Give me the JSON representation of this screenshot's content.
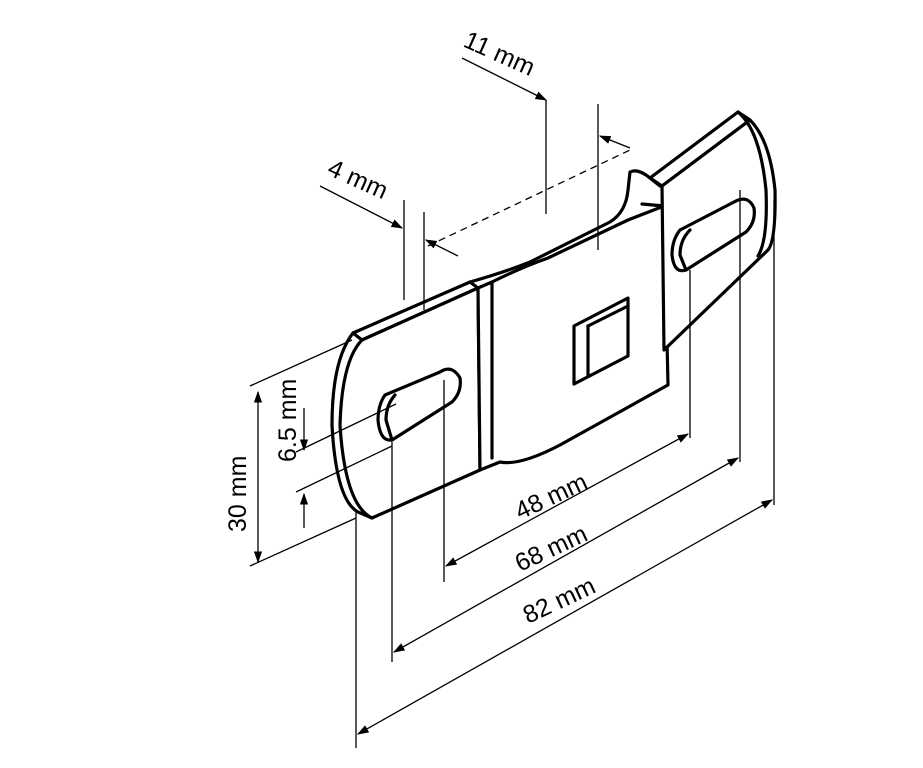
{
  "diagram": {
    "object": "bracket",
    "dimensions": {
      "slot_offset": "11 mm",
      "edge_margin": "4 mm",
      "slot_width": "6.5 mm",
      "height": "30 mm",
      "inner_length": "48 mm",
      "slot_spacing": "68 mm",
      "total_length": "82 mm"
    }
  },
  "colors": {
    "line": "#000000",
    "background": "#ffffff"
  }
}
